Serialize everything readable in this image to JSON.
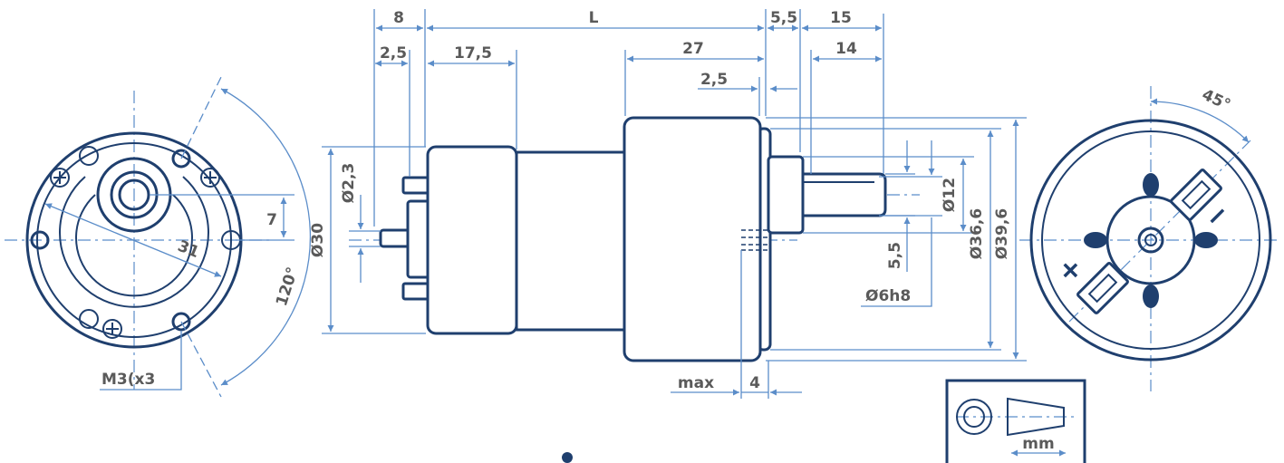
{
  "colors": {
    "outline": "#1f3f6e",
    "dimension": "#5b8dc9",
    "label": "#5a5a5a"
  },
  "dimensions": {
    "d8": "8",
    "L": "L",
    "d5_5_top": "5,5",
    "d15": "15",
    "d2_5_left": "2,5",
    "d17_5": "17,5",
    "d27": "27",
    "d14": "14",
    "d2_5_mid": "2,5",
    "phi2_3": "Ø2,3",
    "phi30": "Ø30",
    "phi12": "Ø12",
    "phi36_6": "Ø36,6",
    "phi39_6": "Ø39,6",
    "d5_5_flat": "5,5",
    "phi6h8": "Ø6h8",
    "max": "max",
    "d4": "4",
    "d7": "7",
    "d31": "31",
    "angle120": "120°",
    "m3": "M3(x3",
    "angle45": "45°",
    "plus": "+",
    "minus": "−"
  },
  "legend": {
    "unit": "mm"
  }
}
